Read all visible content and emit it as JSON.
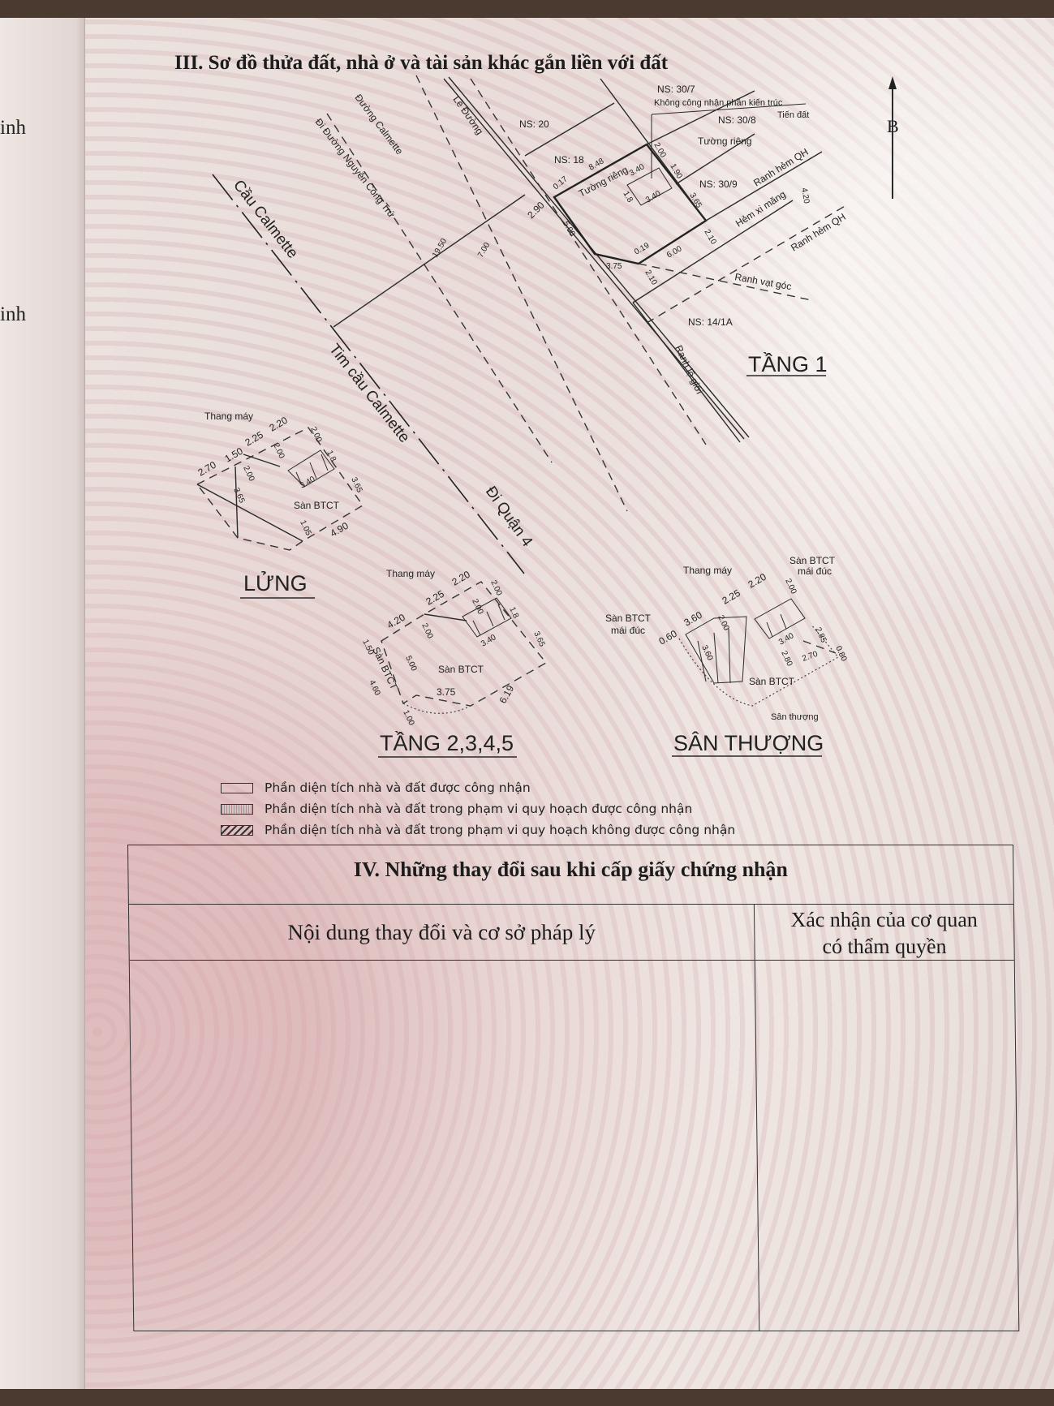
{
  "left_page": {
    "fragments": [
      "inh",
      "inh"
    ]
  },
  "section3": {
    "title": "III. Sơ đồ thửa đất, nhà ở và tài sản khác gắn liền với đất",
    "north_label": "B",
    "roads": {
      "duong_calmette": "Đường Calmette",
      "di_nguyen_cong_tru": "Đi Đường Nguyễn Công Trứ",
      "le_duong": "Lề Đường",
      "cau_calmette": "Cầu Calmette",
      "tim_cau_calmette": "Tim cầu Calmette",
      "di_quan_4": "Đi Quận 4"
    },
    "tang1": {
      "title": "TẦNG 1",
      "ns_30_7": "NS: 30/7",
      "khong_cong_nhan": "Không công nhận phần kiến trúc",
      "tien_dat": "Tiến đất",
      "ns_30_8": "NS: 30/8",
      "ns_20": "NS: 20",
      "ns_18": "NS: 18",
      "ns_30_9": "NS: 30/9",
      "ns_14_1a": "NS: 14/1A",
      "tuong_rieng_1": "Tường riêng",
      "tuong_rieng_2": "Tường riêng",
      "ranh_hem_qh_1": "Ranh hẻm QH",
      "ranh_hem_qh_2": "Ranh hẻm QH",
      "hem_xi_mang": "Hẻm xi măng",
      "ranh_vat_goc": "Ranh vạt góc",
      "ranh_lo_gioi": "Ranh lộ giới",
      "dims": [
        "19.50",
        "7.00",
        "2.90",
        "0.17",
        "8.48",
        "5.00",
        "2.00",
        "1.90",
        "3.40",
        "3.40",
        "1.8",
        "3.65",
        "2.10",
        "6.00",
        "0.19",
        "3.75",
        "2.10",
        "4.20"
      ]
    },
    "lung": {
      "title": "LỬNG",
      "thang_may": "Thang máy",
      "san_btct": "Sàn BTCT",
      "dims": [
        "2.20",
        "2.25",
        "1.50",
        "2.70",
        "2.00",
        "2.00",
        "2.00",
        "1.8",
        "3.40",
        "3.65",
        "3.65",
        "1.05",
        "4.90"
      ]
    },
    "tang2345": {
      "title": "TẦNG 2,3,4,5",
      "thang_may": "Thang máy",
      "san_btct": "Sàn BTCT",
      "san_btct_2": "Sàn BTCT",
      "dims": [
        "2.20",
        "2.25",
        "2.00",
        "2.00",
        "4.20",
        "2.00",
        "1.50",
        "5.00",
        "4.60",
        "3.75",
        "6.19",
        "1.00",
        "3.40",
        "3.65",
        "1.8"
      ]
    },
    "san_thuong": {
      "title": "SÂN THƯỢNG",
      "thang_may": "Thang máy",
      "san_btct_mai_duc_1": "Sàn BTCT\nmái đúc",
      "san_btct_mai_duc_1_l1": "Sàn BTCT",
      "san_btct_mai_duc_1_l2": "mái đúc",
      "san_btct_mai_duc_2_l1": "Sàn BTCT",
      "san_btct_mai_duc_2_l2": "mái đúc",
      "san_btct": "Sàn BTCT",
      "san_thuong_label": "Sân thượng",
      "dims": [
        "2.25",
        "2.20",
        "2.00",
        "3.60",
        "0.60",
        "2.00",
        "3.60",
        "3.40",
        "2.85",
        "0.80",
        "2.70",
        "2.80"
      ]
    },
    "legend": [
      {
        "style": "solid",
        "label": "Phần diện tích nhà và đất được công nhận"
      },
      {
        "style": "dotted",
        "label": "Phần diện tích nhà và đất trong phạm vi quy hoạch được công nhận"
      },
      {
        "style": "hatched",
        "label": "Phần diện tích nhà và đất trong phạm vi quy hoạch không được công nhận"
      }
    ]
  },
  "section4": {
    "title": "IV. Những thay đổi sau khi cấp giấy chứng nhận",
    "columns": [
      "Nội dung thay đổi và cơ sở pháp lý",
      "Xác nhận của cơ quan",
      "có thẩm quyền"
    ]
  },
  "colors": {
    "paper": "#ebe0dc",
    "ink": "#222222",
    "guilloche": "#d6a0a5"
  }
}
